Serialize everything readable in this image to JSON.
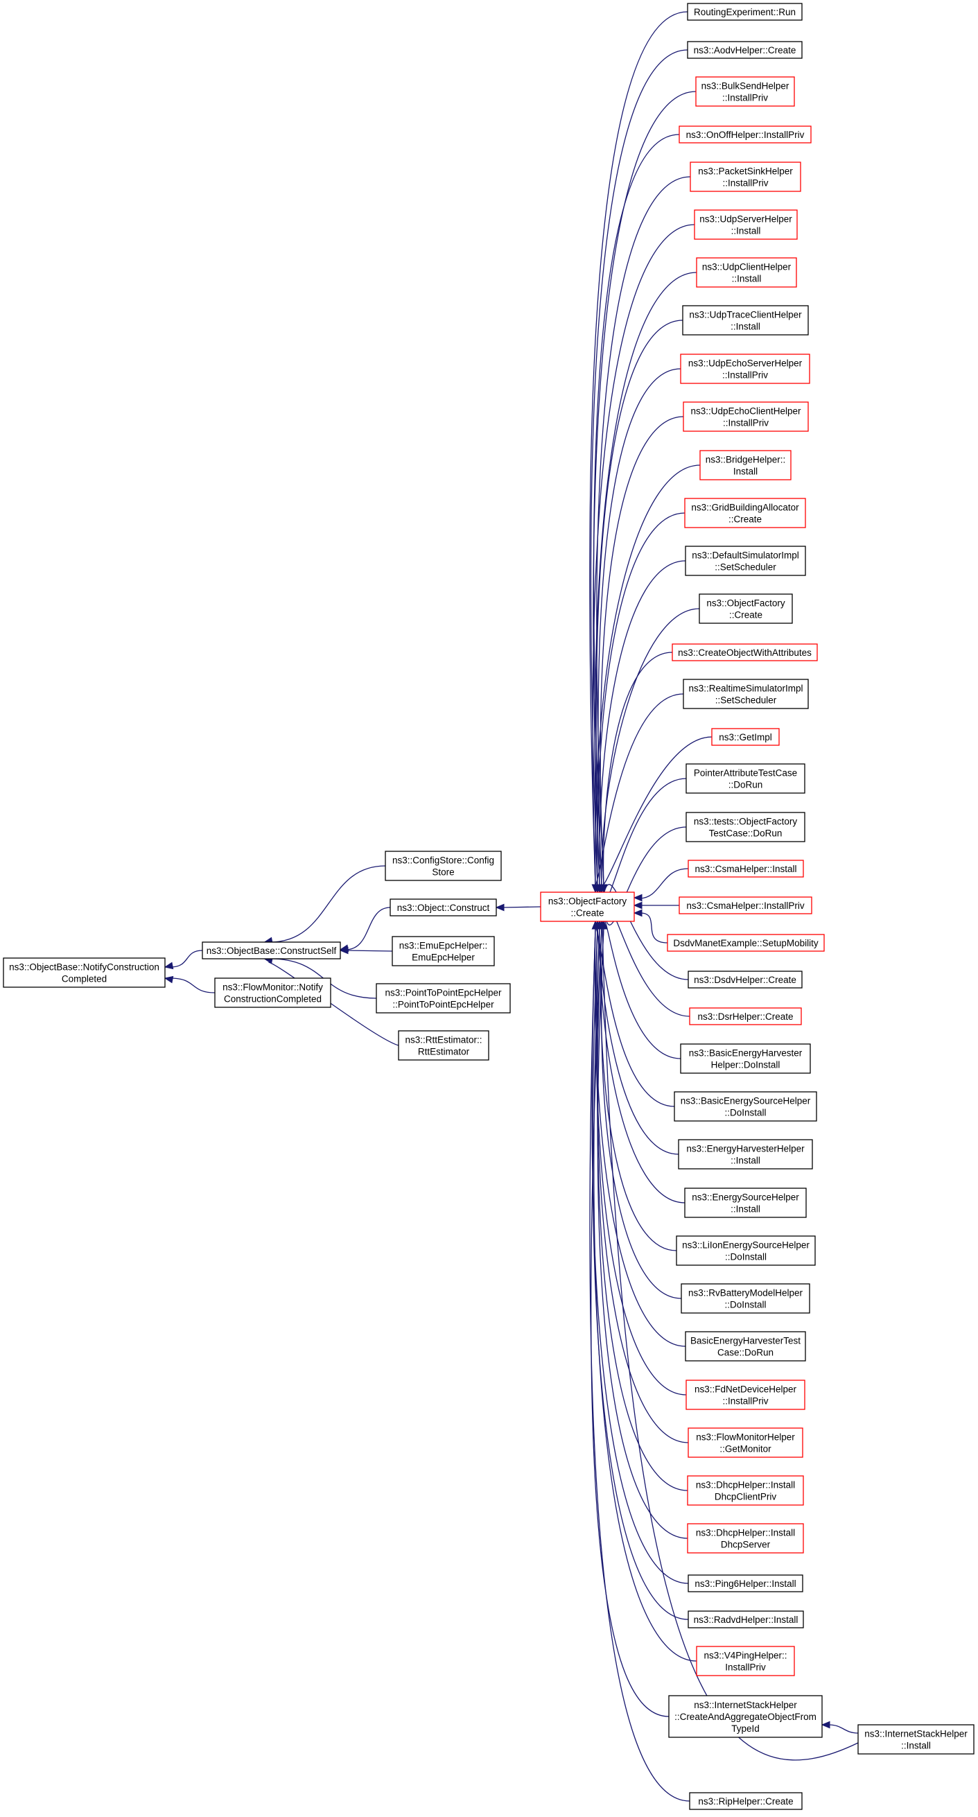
{
  "colors": {
    "edge": "#191970",
    "node_border_default": "#000000",
    "node_border_red": "#ff0000",
    "node_fill_root": "#bfbfbf",
    "node_fill": "#ffffff"
  },
  "nodes": {
    "root": {
      "lines": [
        "ns3::ObjectBase::NotifyConstruction",
        "Completed"
      ],
      "border": "black",
      "root": true
    },
    "constructSelf": {
      "lines": [
        "ns3::ObjectBase::ConstructSelf"
      ],
      "border": "black"
    },
    "flowMonitorNotify": {
      "lines": [
        "ns3::FlowMonitor::Notify",
        "ConstructionCompleted"
      ],
      "border": "black"
    },
    "configStore": {
      "lines": [
        "ns3::ConfigStore::Config",
        "Store"
      ],
      "border": "black"
    },
    "objectConstruct": {
      "lines": [
        "ns3::Object::Construct"
      ],
      "border": "black"
    },
    "emuEpcHelper": {
      "lines": [
        "ns3::EmuEpcHelper::",
        "EmuEpcHelper"
      ],
      "border": "black"
    },
    "p2pEpcHelper": {
      "lines": [
        "ns3::PointToPointEpcHelper",
        "::PointToPointEpcHelper"
      ],
      "border": "black"
    },
    "rttEstimator": {
      "lines": [
        "ns3::RttEstimator::",
        "RttEstimator"
      ],
      "border": "black"
    },
    "objectFactoryCreate": {
      "lines": [
        "ns3::ObjectFactory",
        "::Create"
      ],
      "border": "red"
    },
    "routingRun": {
      "lines": [
        "RoutingExperiment::Run"
      ],
      "border": "black"
    },
    "aodvCreate": {
      "lines": [
        "ns3::AodvHelper::Create"
      ],
      "border": "black"
    },
    "bulkSend": {
      "lines": [
        "ns3::BulkSendHelper",
        "::InstallPriv"
      ],
      "border": "red"
    },
    "onOff": {
      "lines": [
        "ns3::OnOffHelper::InstallPriv"
      ],
      "border": "red"
    },
    "packetSink": {
      "lines": [
        "ns3::PacketSinkHelper",
        "::InstallPriv"
      ],
      "border": "red"
    },
    "udpServer": {
      "lines": [
        "ns3::UdpServerHelper",
        "::Install"
      ],
      "border": "red"
    },
    "udpClient": {
      "lines": [
        "ns3::UdpClientHelper",
        "::Install"
      ],
      "border": "red"
    },
    "udpTraceClient": {
      "lines": [
        "ns3::UdpTraceClientHelper",
        "::Install"
      ],
      "border": "black"
    },
    "udpEchoServer": {
      "lines": [
        "ns3::UdpEchoServerHelper",
        "::InstallPriv"
      ],
      "border": "red"
    },
    "udpEchoClient": {
      "lines": [
        "ns3::UdpEchoClientHelper",
        "::InstallPriv"
      ],
      "border": "red"
    },
    "bridge": {
      "lines": [
        "ns3::BridgeHelper::",
        "Install"
      ],
      "border": "red"
    },
    "gridBuilding": {
      "lines": [
        "ns3::GridBuildingAllocator",
        "::Create"
      ],
      "border": "red"
    },
    "defaultSim": {
      "lines": [
        "ns3::DefaultSimulatorImpl",
        "::SetScheduler"
      ],
      "border": "black"
    },
    "objFactoryCreate2": {
      "lines": [
        "ns3::ObjectFactory",
        "::Create"
      ],
      "border": "black"
    },
    "createObjAttr": {
      "lines": [
        "ns3::CreateObjectWithAttributes"
      ],
      "border": "red"
    },
    "realtimeSim": {
      "lines": [
        "ns3::RealtimeSimulatorImpl",
        "::SetScheduler"
      ],
      "border": "black"
    },
    "getImpl": {
      "lines": [
        "ns3::GetImpl"
      ],
      "border": "red"
    },
    "pointerAttr": {
      "lines": [
        "PointerAttributeTestCase",
        "::DoRun"
      ],
      "border": "black"
    },
    "testsObjFactory": {
      "lines": [
        "ns3::tests::ObjectFactory",
        "TestCase::DoRun"
      ],
      "border": "black"
    },
    "csmaInstall": {
      "lines": [
        "ns3::CsmaHelper::Install"
      ],
      "border": "red"
    },
    "csmaInstallPriv": {
      "lines": [
        "ns3::CsmaHelper::InstallPriv"
      ],
      "border": "red"
    },
    "dsdvManet": {
      "lines": [
        "DsdvManetExample::SetupMobility"
      ],
      "border": "red"
    },
    "dsdvCreate": {
      "lines": [
        "ns3::DsdvHelper::Create"
      ],
      "border": "black"
    },
    "dsrCreate": {
      "lines": [
        "ns3::DsrHelper::Create"
      ],
      "border": "red"
    },
    "basicEnergyHarvester": {
      "lines": [
        "ns3::BasicEnergyHarvester",
        "Helper::DoInstall"
      ],
      "border": "black"
    },
    "basicEnergySource": {
      "lines": [
        "ns3::BasicEnergySourceHelper",
        "::DoInstall"
      ],
      "border": "black"
    },
    "energyHarvester": {
      "lines": [
        "ns3::EnergyHarvesterHelper",
        "::Install"
      ],
      "border": "black"
    },
    "energySource": {
      "lines": [
        "ns3::EnergySourceHelper",
        "::Install"
      ],
      "border": "black"
    },
    "liIon": {
      "lines": [
        "ns3::LiIonEnergySourceHelper",
        "::DoInstall"
      ],
      "border": "black"
    },
    "rvBattery": {
      "lines": [
        "ns3::RvBatteryModelHelper",
        "::DoInstall"
      ],
      "border": "black"
    },
    "basicEnergyHarvesterTest": {
      "lines": [
        "BasicEnergyHarvesterTest",
        "Case::DoRun"
      ],
      "border": "black"
    },
    "fdNet": {
      "lines": [
        "ns3::FdNetDeviceHelper",
        "::InstallPriv"
      ],
      "border": "red"
    },
    "flowMonitorHelper": {
      "lines": [
        "ns3::FlowMonitorHelper",
        "::GetMonitor"
      ],
      "border": "red"
    },
    "dhcpClient": {
      "lines": [
        "ns3::DhcpHelper::Install",
        "DhcpClientPriv"
      ],
      "border": "red"
    },
    "dhcpServer": {
      "lines": [
        "ns3::DhcpHelper::Install",
        "DhcpServer"
      ],
      "border": "red"
    },
    "ping6": {
      "lines": [
        "ns3::Ping6Helper::Install"
      ],
      "border": "black"
    },
    "radvd": {
      "lines": [
        "ns3::RadvdHelper::Install"
      ],
      "border": "black"
    },
    "v4Ping": {
      "lines": [
        "ns3::V4PingHelper::",
        "InstallPriv"
      ],
      "border": "red"
    },
    "internetStackCreate": {
      "lines": [
        "ns3::InternetStackHelper",
        "::CreateAndAggregateObjectFrom",
        "TypeId"
      ],
      "border": "black"
    },
    "internetStackInstall": {
      "lines": [
        "ns3::InternetStackHelper",
        "::Install"
      ],
      "border": "black"
    },
    "ripCreate": {
      "lines": [
        "ns3::RipHelper::Create"
      ],
      "border": "black"
    }
  }
}
